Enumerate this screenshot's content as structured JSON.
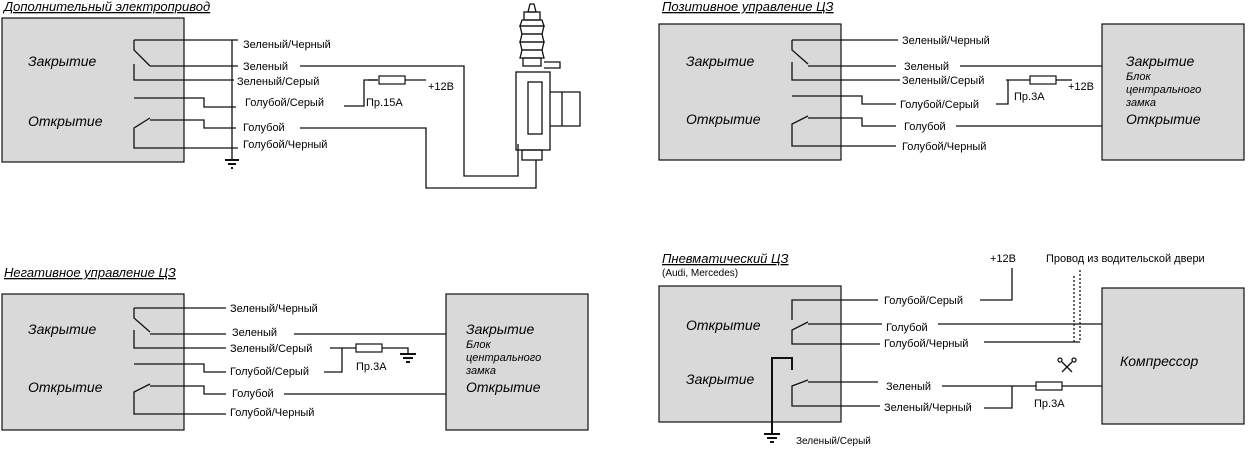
{
  "panels": {
    "extra_actuator": {
      "title": "Дополнительный электропривод",
      "closing": "Закрытие",
      "opening": "Открытие",
      "wires": [
        "Зеленый/Черный",
        "Зеленый",
        "Зеленый/Серый",
        "Голубой/Серый",
        "Голубой",
        "Голубой/Черный"
      ],
      "fuse": "Пр.15А",
      "supply": "+12В"
    },
    "positive": {
      "title": "Позитивное управление ЦЗ",
      "closing": "Закрытие",
      "opening": "Открытие",
      "wires": [
        "Зеленый/Черный",
        "Зеленый",
        "Зеленый/Серый",
        "Голубой/Серый",
        "Голубой",
        "Голубой/Черный"
      ],
      "fuse": "Пр.3А",
      "supply": "+12В",
      "unit_closing": "Закрытие",
      "unit_name": [
        "Блок",
        "центрального",
        "замка"
      ],
      "unit_opening": "Открытие"
    },
    "negative": {
      "title": "Негативное управление ЦЗ",
      "closing": "Закрытие",
      "opening": "Открытие",
      "wires": [
        "Зеленый/Черный",
        "Зеленый",
        "Зеленый/Серый",
        "Голубой/Серый",
        "Голубой",
        "Голубой/Черный"
      ],
      "fuse": "Пр.3А",
      "unit_closing": "Закрытие",
      "unit_name": [
        "Блок",
        "центрального",
        "замка"
      ],
      "unit_opening": "Открытие"
    },
    "pneumatic": {
      "title": "Пневматический  ЦЗ",
      "subtitle": "(Audi, Mercedes)",
      "opening": "Открытие",
      "closing": "Закрытие",
      "wires": [
        "Голубой/Серый",
        "Голубой",
        "Голубой/Черный",
        "Зеленый",
        "Зеленый/Черный",
        "Зеленый/Серый"
      ],
      "supply": "+12В",
      "door_wire": "Провод из водительской двери",
      "fuse": "Пр.3А",
      "compressor": "Компрессор"
    }
  },
  "colors": {
    "box_fill": "#d9d9d9",
    "line": "#111111",
    "background": "#ffffff"
  }
}
